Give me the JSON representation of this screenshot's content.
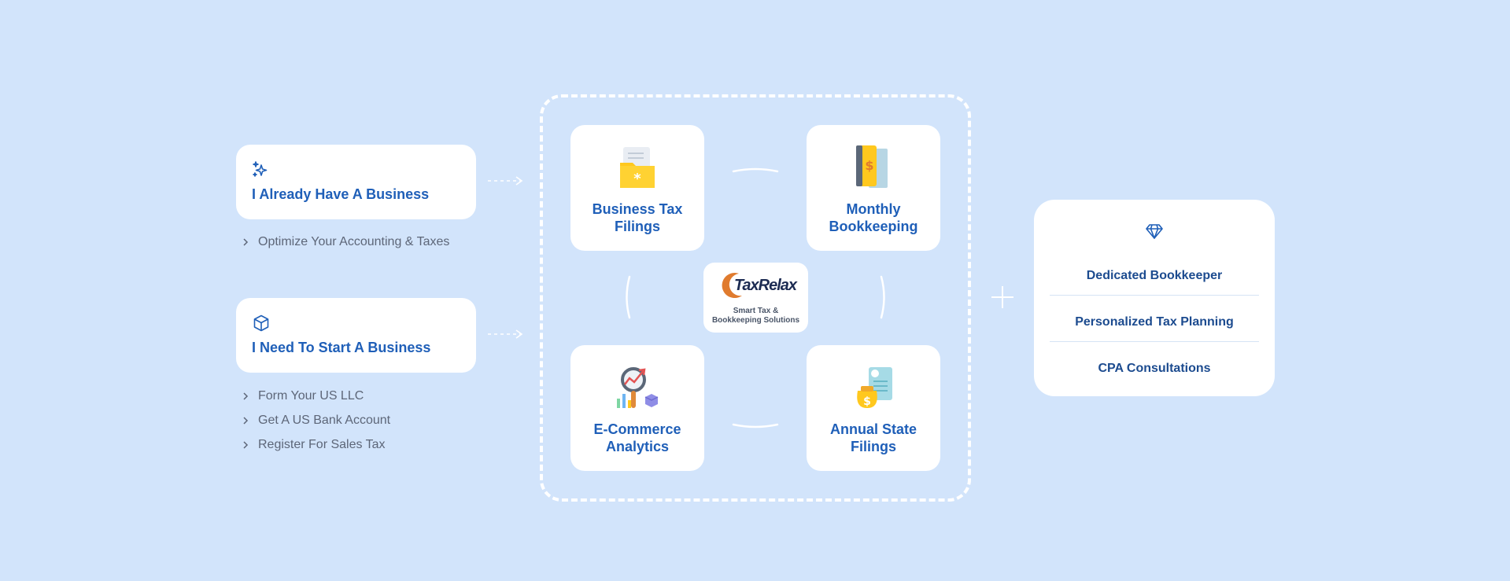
{
  "left": {
    "existing": {
      "title": "I Already Have A Business",
      "icon": "sparkles-icon",
      "items": [
        "Optimize Your Accounting & Taxes"
      ]
    },
    "startup": {
      "title": "I Need To Start A Business",
      "icon": "box-icon",
      "items": [
        "Form Your US LLC",
        "Get A US Bank Account",
        "Register For Sales Tax"
      ]
    }
  },
  "services": [
    {
      "label": "Business Tax Filings",
      "icon": "tax-folder-icon"
    },
    {
      "label": "Monthly Bookkeeping",
      "icon": "ledger-book-icon"
    },
    {
      "label": "E-Commerce Analytics",
      "icon": "analytics-magnifier-icon"
    },
    {
      "label": "Annual State Filings",
      "icon": "money-document-icon"
    }
  ],
  "logo": {
    "name": "TaxRelax",
    "tagline_line1": "Smart Tax &",
    "tagline_line2": "Bookkeeping Solutions"
  },
  "plus": {
    "icon": "plus-icon"
  },
  "features": {
    "icon": "diamond-icon",
    "items": [
      "Dedicated Bookkeeper",
      "Personalized Tax Planning",
      "CPA Consultations"
    ]
  },
  "colors": {
    "background": "#d2e4fb",
    "accent": "#1f5fb8",
    "feature_text": "#1c4b8f",
    "muted_text": "#5d6678",
    "card": "#ffffff"
  }
}
